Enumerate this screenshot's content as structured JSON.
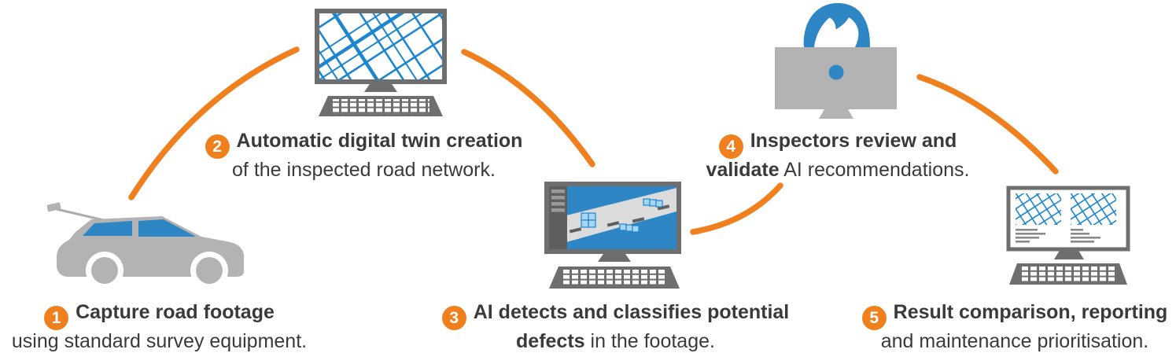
{
  "colors": {
    "orange": "#F0801E",
    "blue": "#2E86C4",
    "map-blue": "#1C86D1",
    "box-blue": "#A9D6EF",
    "gray": "#B3B3B3",
    "dark-gray": "#6E6E6E",
    "sidebar-gray": "#5F5F5F",
    "road-gray": "#DCDCDC",
    "text": "#3A3A3A"
  },
  "steps": [
    {
      "number": "1",
      "icon": "survey-car-icon",
      "line1": "Capture road footage",
      "line2_bold": "",
      "line2_rest": "using standard survey equipment."
    },
    {
      "number": "2",
      "icon": "digital-twin-monitor-icon",
      "line1": "Automatic digital twin creation",
      "line2_bold": "",
      "line2_rest": "of the inspected road network."
    },
    {
      "number": "3",
      "icon": "ai-detection-monitor-icon",
      "line1": "AI detects and classifies potential",
      "line2_bold": "defects",
      "line2_rest": " in the footage."
    },
    {
      "number": "4",
      "icon": "inspector-at-monitor-icon",
      "line1": "Inspectors review and",
      "line2_bold": "validate",
      "line2_rest": " AI recommendations."
    },
    {
      "number": "5",
      "icon": "comparison-monitor-icon",
      "line1": "Result comparison, reporting",
      "line2_bold": "",
      "line2_rest": "and maintenance prioritisation."
    }
  ]
}
